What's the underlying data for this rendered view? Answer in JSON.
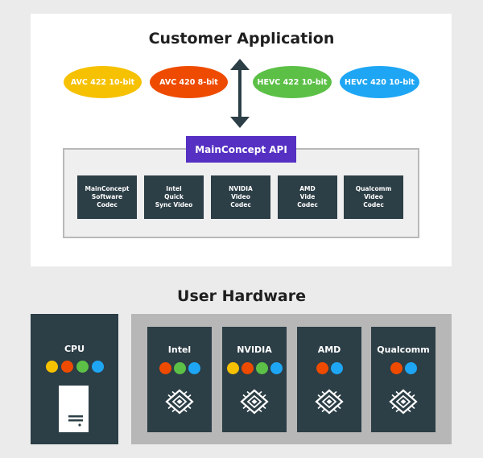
{
  "top": {
    "title": "Customer Application",
    "formats": [
      {
        "label": "AVC 422 10-bit",
        "color": "#f6c100"
      },
      {
        "label": "AVC 420 8-bit",
        "color": "#ee4b00"
      },
      {
        "label": "HEVC 422 10-bit",
        "color": "#5cc047"
      },
      {
        "label": "HEVC 420 10-bit",
        "color": "#1ea6f4"
      }
    ]
  },
  "api": {
    "label": "MainConcept API",
    "accent": "#5530c3",
    "codecs": [
      "MainConcept\nSoftware\nCodec",
      "Intel\nQuick\nSync Video",
      "NVIDIA\nVideo\nCodec",
      "AMD\nVide\nCodec",
      "Qualcomm\nVideo\nCodec"
    ]
  },
  "hardware": {
    "title": "User Hardware",
    "cpu": {
      "name": "CPU",
      "dots": [
        "#f6c100",
        "#ee4b00",
        "#5cc047",
        "#1ea6f4"
      ],
      "icon": "pc-tower-icon"
    },
    "vendors": [
      {
        "name": "Intel",
        "dots": [
          "#ee4b00",
          "#5cc047",
          "#1ea6f4"
        ],
        "icon": "chip-icon"
      },
      {
        "name": "NVIDIA",
        "dots": [
          "#f6c100",
          "#ee4b00",
          "#5cc047",
          "#1ea6f4"
        ],
        "icon": "chip-icon"
      },
      {
        "name": "AMD",
        "dots": [
          "#ee4b00",
          "#1ea6f4"
        ],
        "icon": "chip-icon"
      },
      {
        "name": "Qualcomm",
        "dots": [
          "#ee4b00",
          "#1ea6f4"
        ],
        "icon": "chip-icon"
      }
    ]
  }
}
